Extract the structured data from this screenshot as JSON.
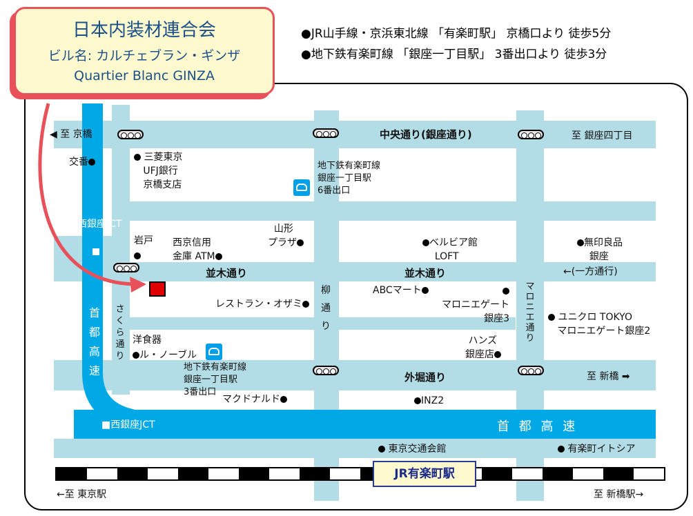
{
  "title_box": {
    "org": "日本内装材連合会",
    "building_label": "ビル名: カルチェブラン・ギンザ",
    "building_en": "Quartier Blanc GINZA"
  },
  "access": [
    "●JR山手線・京浜東北線 「有楽町駅」 京橋口より 徒歩5分",
    "●地下鉄有楽町線 「銀座一丁目駅」 3番出口より 徒歩3分"
  ],
  "roads": {
    "chuo": "中央通り(銀座通り)",
    "namiki1": "並木通り",
    "namiki2": "並木通り",
    "sotobori": "外堀通り",
    "expressway": "首 都 高 速",
    "expressway_v": "首都高速",
    "yanagi": "柳通り",
    "sakura": "さくら通り",
    "marronnier": "マロニエ通り",
    "nishiginza_jct": "西銀座JCT",
    "nishiginza_jct2": "■西銀座JCT"
  },
  "directions": {
    "kyobashi": "至 京橋",
    "ginza4": "至 銀座四丁目",
    "oneway": "←(一方通行)",
    "shinbashi": "至 新橋",
    "tokyo_st": "←至 東京駅",
    "shinbashi_st": "至 新橋駅→"
  },
  "places": {
    "koban": "交番",
    "mufg_1": "三菱東京",
    "mufg_2": "UFJ銀行",
    "mufg_3": "京橋支店",
    "metro6_1": "地下鉄有楽町線",
    "metro6_2": "銀座一丁目駅",
    "metro6_3": "6番出口",
    "iwato": "岩戸",
    "nishikyo_1": "西京信用",
    "nishikyo_2": "金庫 ATM",
    "yamagata_1": "山形",
    "yamagata_2": "プラザ",
    "belbia_1": "ベルビア館",
    "belbia_2": "LOFT",
    "muji_1": "無印良品",
    "muji_2": "銀座",
    "ozami": "レストラン・オザミ",
    "abc": "ABCマート",
    "marui_1": "マロニエゲート",
    "marui_2": "銀座3",
    "uniqlo_1": "ユニクロ TOKYO",
    "uniqlo_2": "マロニエゲート銀座2",
    "yoshokki": "洋食器",
    "lunoble": "ル・ノーブル",
    "metro3_1": "地下鉄有楽町線",
    "metro3_2": "銀座一丁目駅",
    "metro3_3": "3番出口",
    "hands_1": "ハンズ",
    "hands_2": "銀座店",
    "mcd": "マクドナルド",
    "inz2": "INZ2",
    "kotsu": "東京交通会館",
    "itocia": "有楽町イトシア"
  },
  "station": "JR有楽町駅",
  "colors": {
    "road": "#b3dde6",
    "expressway": "#00a9e6",
    "callout_bg": "#fffacd",
    "callout_border": "#e8505a",
    "target": "#e00000"
  }
}
